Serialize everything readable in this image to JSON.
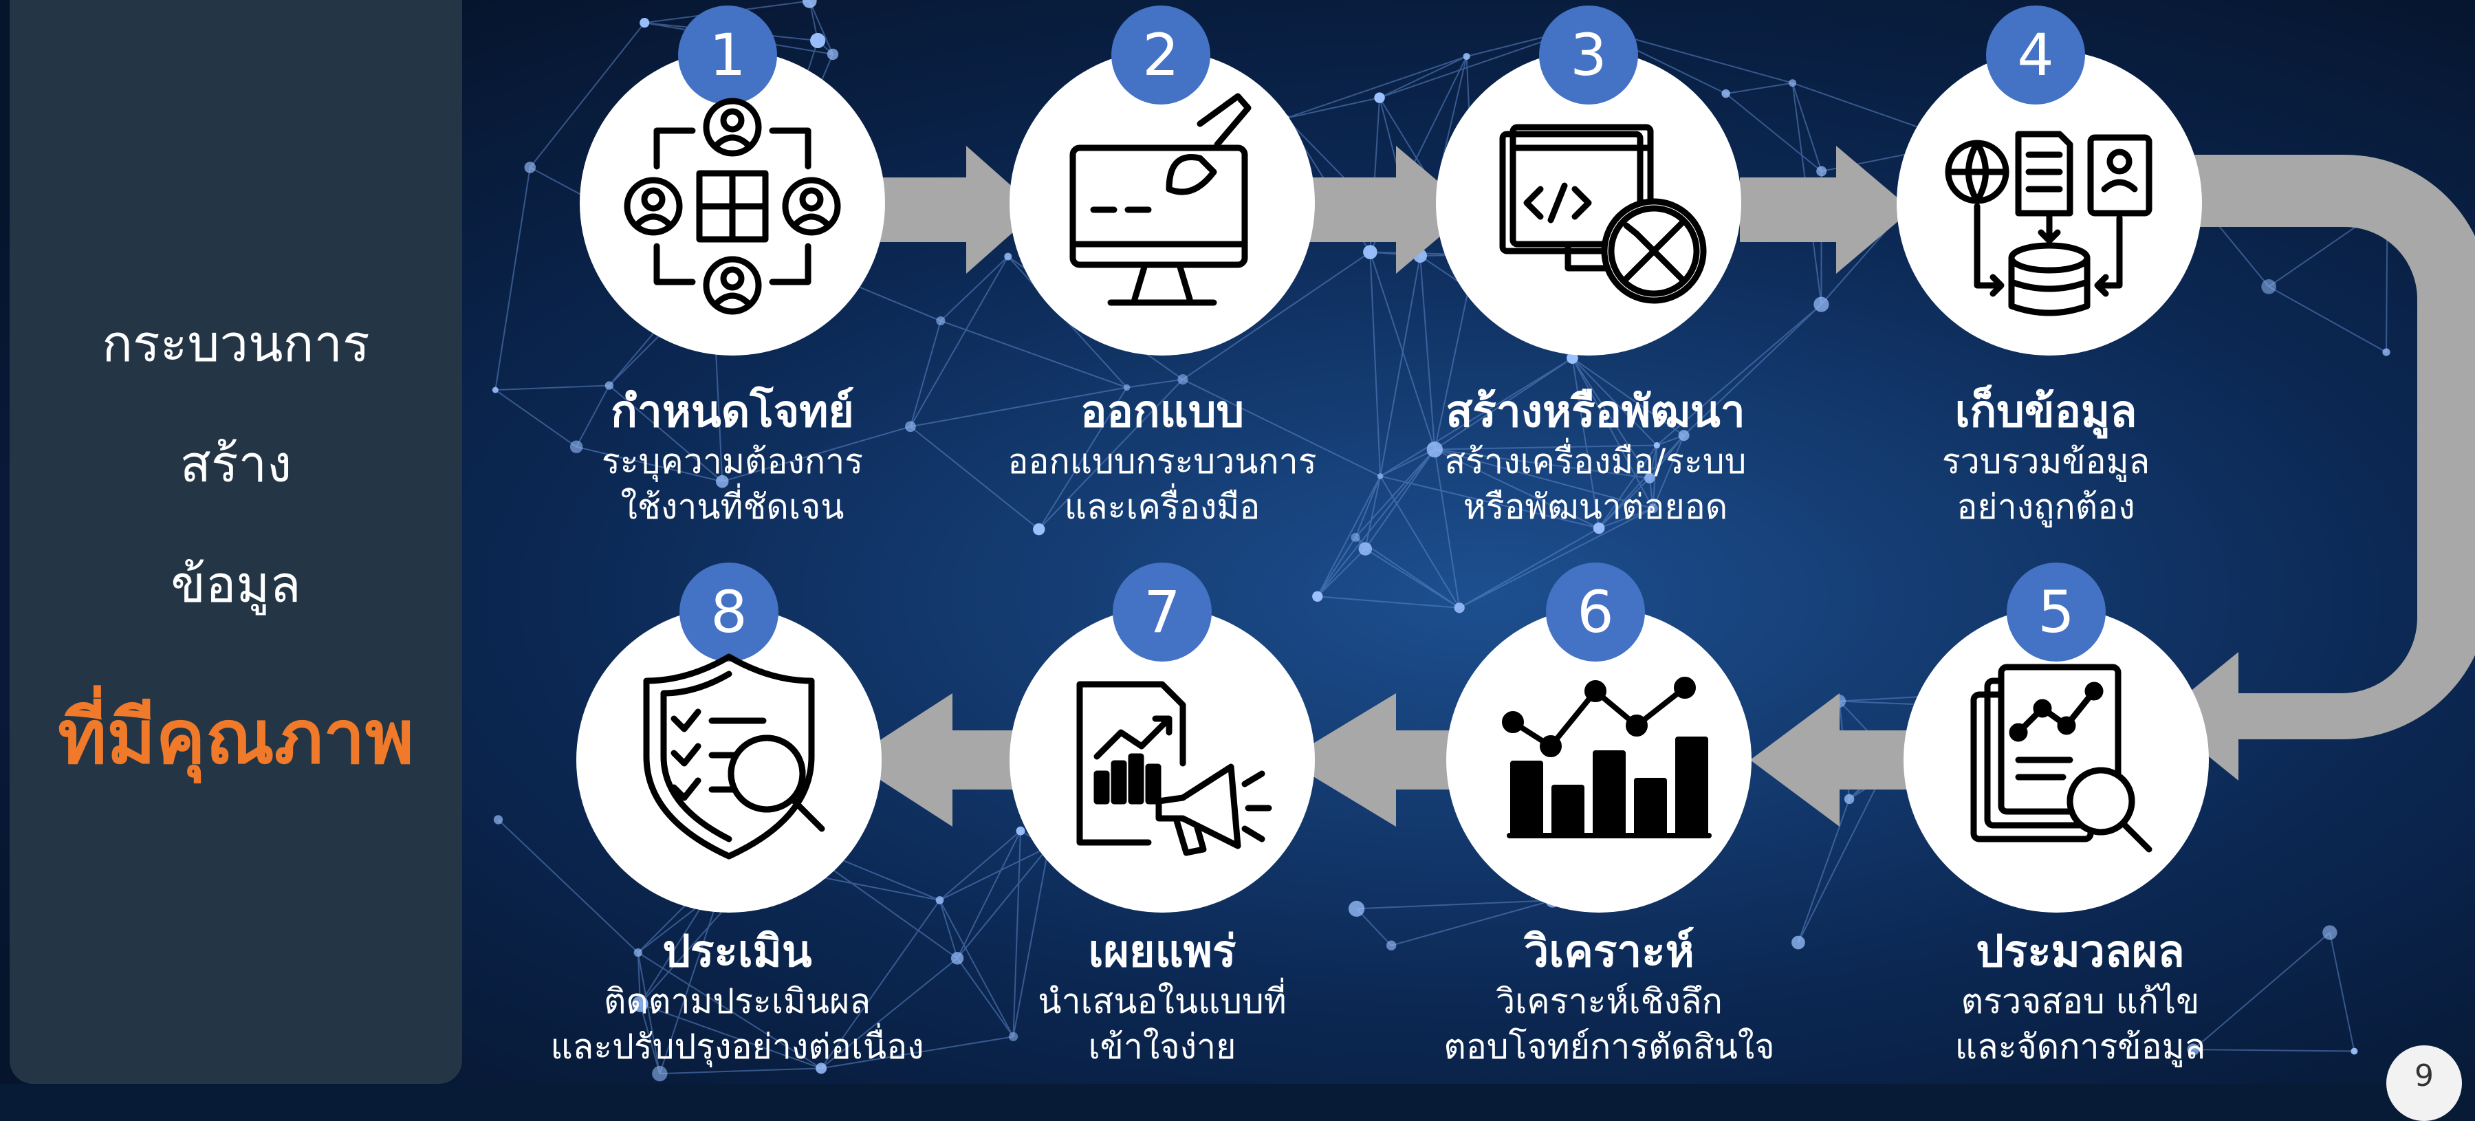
{
  "sidebar": {
    "line1": "กระบวนการ",
    "line2": "สร้าง",
    "line3": "ข้อมูล",
    "highlight": "ที่มีคุณภาพ"
  },
  "colors": {
    "badge": "#4472c4",
    "arrow": "#a8a8a8",
    "highlight": "#f07a2a",
    "sidebar": "#243545"
  },
  "steps": [
    {
      "num": "1",
      "title": "กำหนดโจทย์",
      "desc1": "ระบุความต้องการ",
      "desc2": "ใช้งานที่ชัดเจน",
      "icon": "team-puzzle-icon"
    },
    {
      "num": "2",
      "title": "ออกแบบ",
      "desc1": "ออกแบบกระบวนการ",
      "desc2": "และเครื่องมือ",
      "icon": "design-monitor-icon"
    },
    {
      "num": "3",
      "title": "สร้างหรือพัฒนา",
      "desc1": "สร้างเครื่องมือ/ระบบ",
      "desc2": "หรือพัฒนาต่อยอด",
      "icon": "code-tools-icon"
    },
    {
      "num": "4",
      "title": "เก็บข้อมูล",
      "desc1": "รวบรวมข้อมูล",
      "desc2": "อย่างถูกต้อง",
      "icon": "data-collection-icon"
    },
    {
      "num": "5",
      "title": "ประมวลผล",
      "desc1": "ตรวจสอบ แก้ไข",
      "desc2": "และจัดการข้อมูล",
      "icon": "document-analysis-icon"
    },
    {
      "num": "6",
      "title": "วิเคราะห์",
      "desc1": "วิเคราะห์เชิงลึก",
      "desc2": "ตอบโจทย์การตัดสินใจ",
      "icon": "bar-chart-icon"
    },
    {
      "num": "7",
      "title": "เผยแพร่",
      "desc1": "นำเสนอในแบบที่",
      "desc2": "เข้าใจง่าย",
      "icon": "report-megaphone-icon"
    },
    {
      "num": "8",
      "title": "ประเมิน",
      "desc1": "ติดตามประเมินผล",
      "desc2": "และปรับปรุงอย่างต่อเนื่อง",
      "icon": "shield-search-icon"
    }
  ],
  "page_number": "9"
}
